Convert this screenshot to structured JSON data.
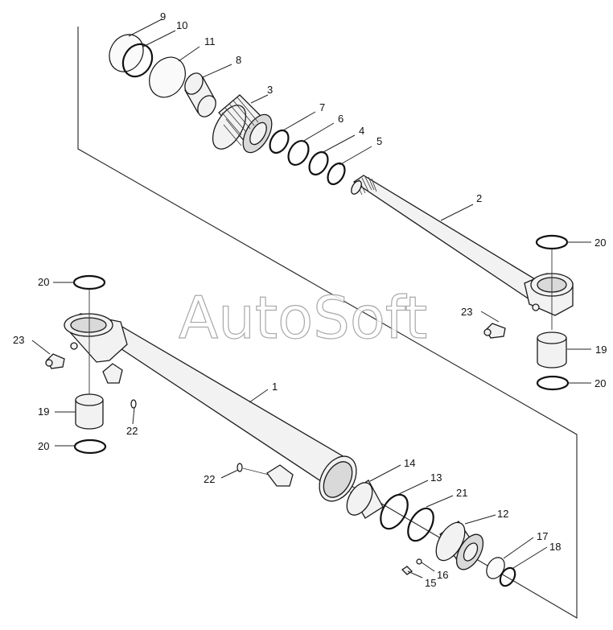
{
  "watermark": "AutoSoft",
  "callouts": [
    {
      "id": "1",
      "label": "1"
    },
    {
      "id": "2",
      "label": "2"
    },
    {
      "id": "3",
      "label": "3"
    },
    {
      "id": "4",
      "label": "4"
    },
    {
      "id": "5",
      "label": "5"
    },
    {
      "id": "6",
      "label": "6"
    },
    {
      "id": "7",
      "label": "7"
    },
    {
      "id": "8",
      "label": "8"
    },
    {
      "id": "9",
      "label": "9"
    },
    {
      "id": "10",
      "label": "10"
    },
    {
      "id": "11",
      "label": "11"
    },
    {
      "id": "12",
      "label": "12"
    },
    {
      "id": "13",
      "label": "13"
    },
    {
      "id": "14",
      "label": "14"
    },
    {
      "id": "15",
      "label": "15"
    },
    {
      "id": "16",
      "label": "16"
    },
    {
      "id": "17",
      "label": "17"
    },
    {
      "id": "18",
      "label": "18"
    },
    {
      "id": "19a",
      "label": "19"
    },
    {
      "id": "19b",
      "label": "19"
    },
    {
      "id": "20a",
      "label": "20"
    },
    {
      "id": "20b",
      "label": "20"
    },
    {
      "id": "20c",
      "label": "20"
    },
    {
      "id": "20d",
      "label": "20"
    },
    {
      "id": "21",
      "label": "21"
    },
    {
      "id": "22a",
      "label": "22"
    },
    {
      "id": "22b",
      "label": "22"
    },
    {
      "id": "23a",
      "label": "23"
    },
    {
      "id": "23b",
      "label": "23"
    }
  ]
}
